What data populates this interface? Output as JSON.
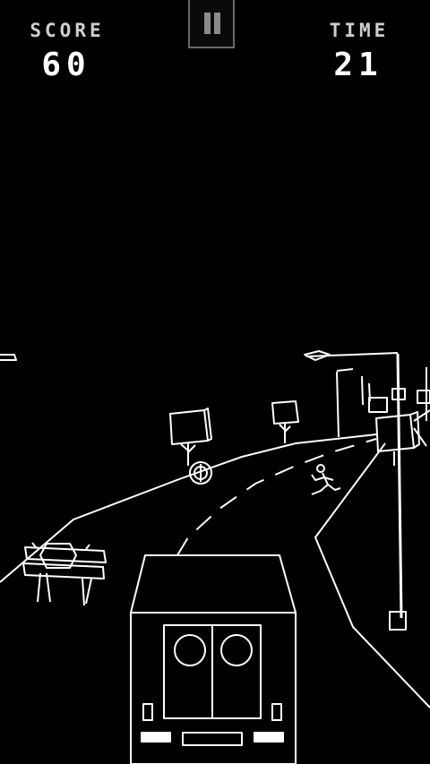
{
  "hud": {
    "score_label": "SCORE",
    "score_value": "60",
    "time_label": "TIME",
    "time_value": "21"
  },
  "controls": {
    "pause_icon": "pause-icon"
  },
  "colors": {
    "background": "#000000",
    "foreground": "#ffffff",
    "pause_frame": "#6a6a6a"
  },
  "scene": {
    "player": "bus-rear-view",
    "objects": [
      "road",
      "street-lamp",
      "sign-boxes",
      "coin",
      "running-pedestrian",
      "road-barricade"
    ]
  }
}
